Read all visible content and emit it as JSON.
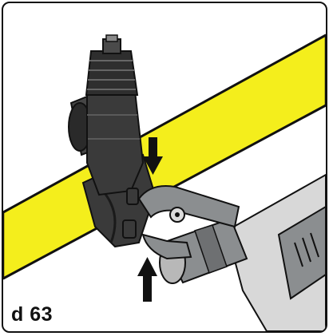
{
  "figure": {
    "size_label": "d 63"
  },
  "colors": {
    "pipe": "#f4ee1c",
    "fitting": "#3a3a3a",
    "fitting_light": "#5a5a5a",
    "tool": "#8b8e90",
    "tool_light": "#d8d8d8",
    "outline": "#111111"
  },
  "icons": {
    "arrow_down": "press-direction-down-arrow",
    "arrow_up": "press-direction-up-arrow"
  }
}
